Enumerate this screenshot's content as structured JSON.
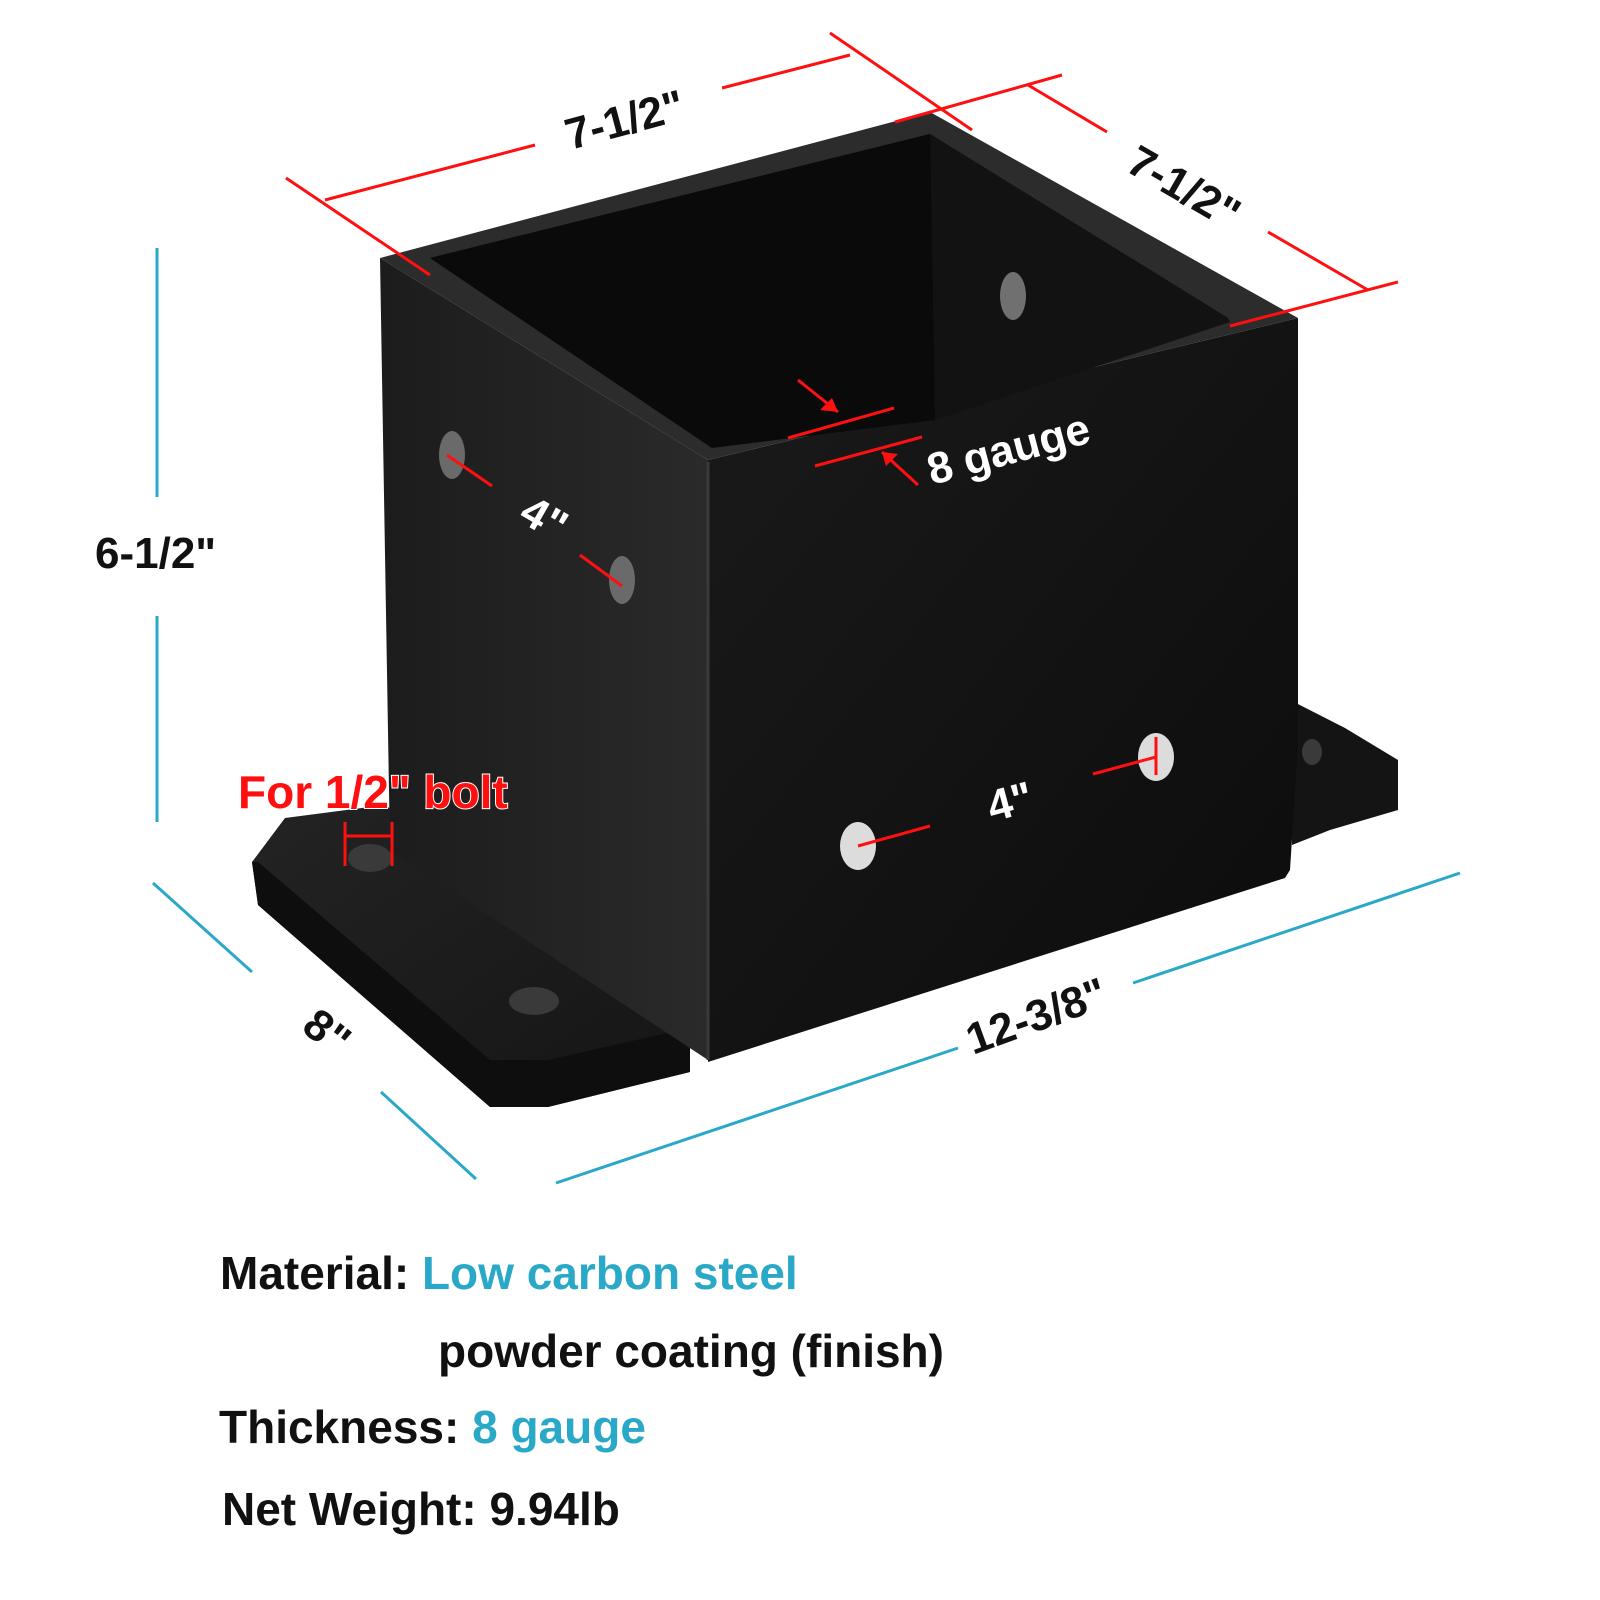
{
  "dimensions": {
    "top_width": "7-1/2\"",
    "top_depth": "7-1/2\"",
    "height": "6-1/2\"",
    "thickness_label": "8 gauge",
    "side_hole_spacing": "4\"",
    "front_hole_spacing": "4\"",
    "bolt_label": "For 1/2\" bolt",
    "base_depth": "8\"",
    "base_length": "12-3/8\""
  },
  "specs": {
    "material_label": "Material:",
    "material_value": "Low carbon steel",
    "finish": "powder coating (finish)",
    "thickness_label": "Thickness:",
    "thickness_value": "8 gauge",
    "weight_label": "Net Weight:",
    "weight_value": "9.94lb"
  },
  "colors": {
    "dimension_red": "#ff1010",
    "dimension_cyan": "#2aa8c8",
    "product": "#111111"
  }
}
